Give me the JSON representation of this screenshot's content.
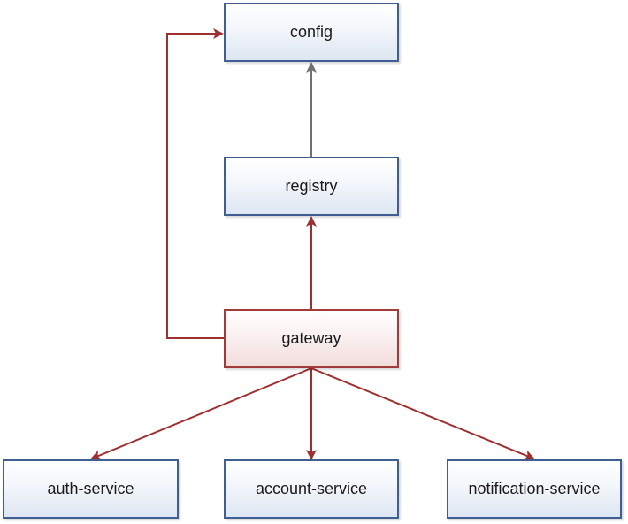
{
  "nodes": {
    "config": "config",
    "registry": "registry",
    "gateway": "gateway",
    "auth_service": "auth-service",
    "account_service": "account-service",
    "notification_service": "notification-service"
  },
  "edges": [
    {
      "from": "registry",
      "to": "config"
    },
    {
      "from": "gateway",
      "to": "registry"
    },
    {
      "from": "gateway",
      "to": "config"
    },
    {
      "from": "gateway",
      "to": "auth-service"
    },
    {
      "from": "gateway",
      "to": "account-service"
    },
    {
      "from": "gateway",
      "to": "notification-service"
    }
  ],
  "colors": {
    "node_border": "#3f5f93",
    "gateway_border": "#a33a3a",
    "edge_red": "#9e2f2f",
    "edge_gray": "#707070"
  }
}
